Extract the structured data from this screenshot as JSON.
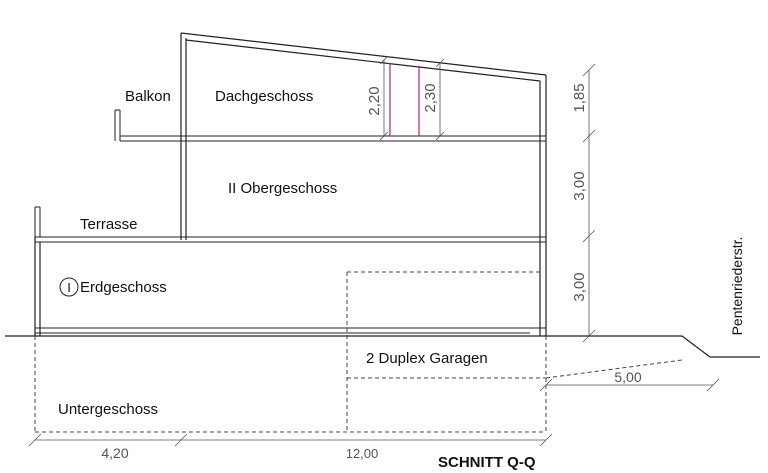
{
  "title": "SCHNITT Q-Q",
  "street": "Pentenriederstr.",
  "rooms": {
    "balkon": "Balkon",
    "dachgeschoss": "Dachgeschoss",
    "obergeschoss": "II Obergeschoss",
    "terrasse": "Terrasse",
    "erdgeschoss": "Erdgeschoss",
    "entrance_mark": "I",
    "garagen": "2 Duplex Garagen",
    "untergeschoss": "Untergeschoss"
  },
  "dimensions": {
    "h_dg": "1,85",
    "h_og": "3,00",
    "h_eg": "3,00",
    "h_clear_1": "2,20",
    "h_clear_2": "2,30",
    "w_terrace": "4,20",
    "w_total": "12,00",
    "w_ramp": "5,00"
  },
  "colors": {
    "line": "#222222",
    "dim_line": "#555555",
    "accent": "#b0208a"
  }
}
